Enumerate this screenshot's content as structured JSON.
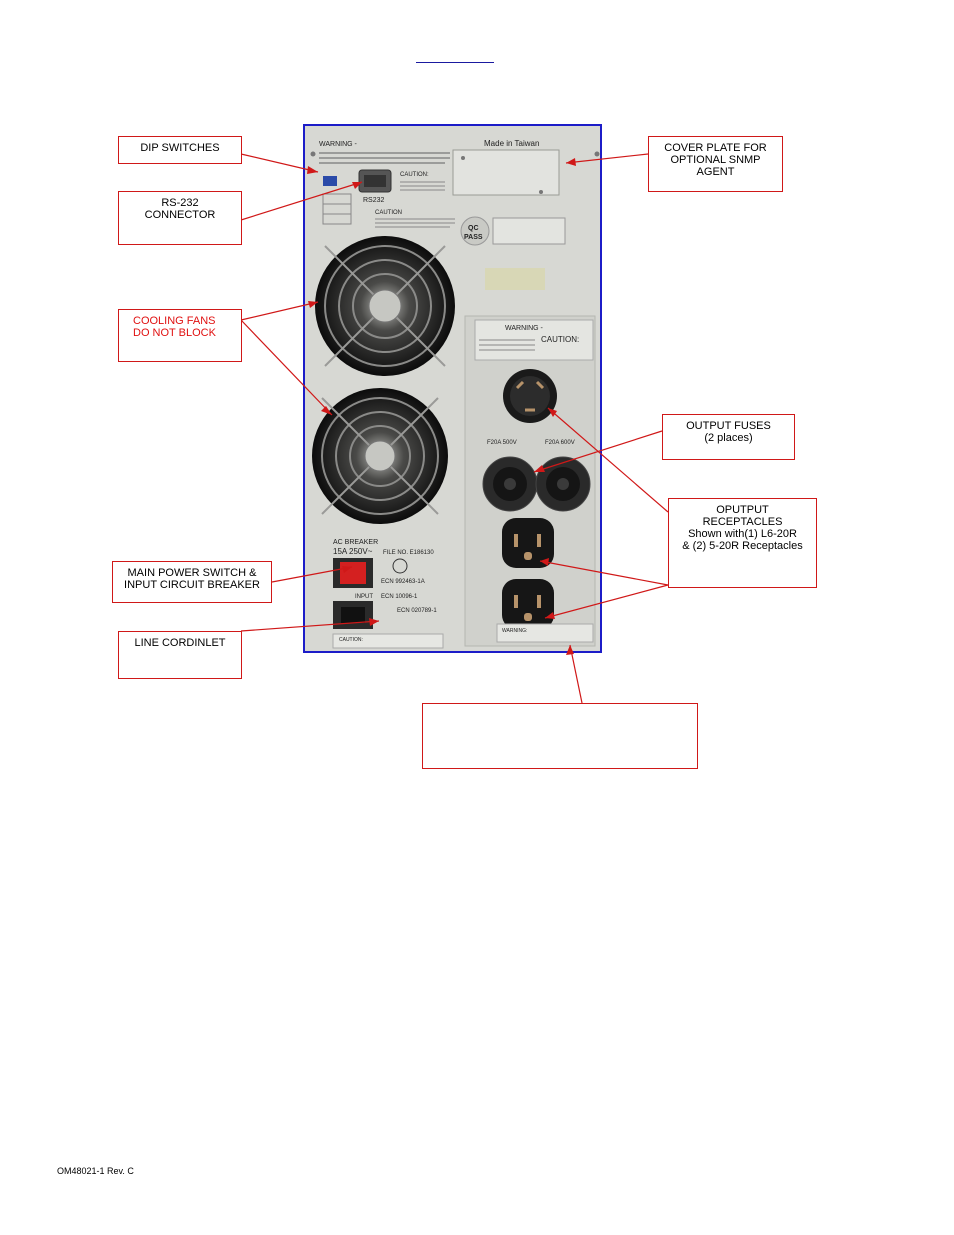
{
  "callouts": {
    "dip_switches": [
      "DIP SWITCHES"
    ],
    "rs232_connector": [
      "RS-232",
      "CONNECTOR"
    ],
    "cooling_fans": [
      "COOLING FANS",
      "DO NOT BLOCK"
    ],
    "main_power_switch": [
      "MAIN POWER SWITCH &",
      "INPUT CIRCUIT BREAKER"
    ],
    "line_cord_inlet": [
      "LINE CORDINLET"
    ],
    "cover_plate": [
      "COVER PLATE FOR",
      "OPTIONAL SNMP",
      "AGENT"
    ],
    "output_fuses": [
      "OUTPUT FUSES",
      "(2 places)"
    ],
    "output_receptacles": [
      "OPUTPUT",
      "RECEPTACLES",
      "Shown with(1) L6-20R",
      "& (2) 5-20R Receptacles"
    ],
    "bottom_box": []
  },
  "photo_labels": {
    "warning_top": "WARNING -",
    "made_in": "Made in Taiwan",
    "caution_rs": "CAUTION:",
    "rs232": "RS232",
    "caution2": "CAUTION",
    "qc": "QC",
    "pass": "PASS",
    "fuse_rating_left": "F20A  500V",
    "fuse_rating_right": "F20A  600V",
    "warning_right": "WARNING -",
    "caution_right": "CAUTION:",
    "ac_breaker": "AC BREAKER",
    "breaker_rating": "15A 250V~",
    "file_no": "FILE NO. E186130",
    "input": "INPUT",
    "ecn1": "ECN 992463-1A",
    "ecn2": "ECN 10096-1",
    "ecn3": "ECN 020789-1",
    "caution_bottom": "CAUTION:",
    "warning_bottom": "WARNING:"
  },
  "footer": {
    "doc_id": "OM48021-1 Rev. C"
  }
}
